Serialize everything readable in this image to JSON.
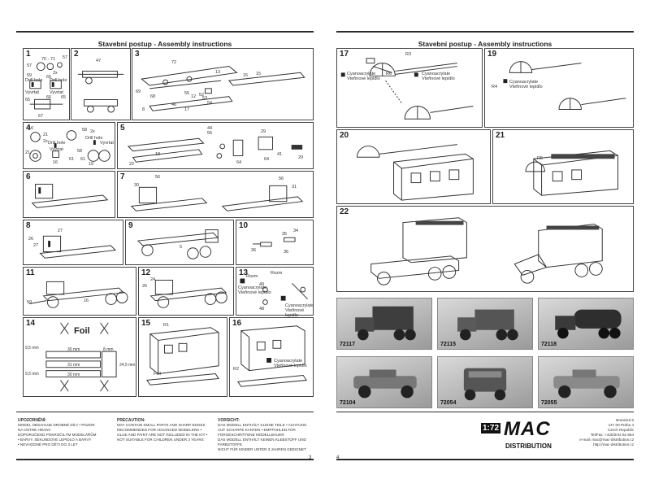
{
  "left_page": {
    "title": "Stavební postup - Assembly instructions",
    "steps": [
      {
        "n": "1",
        "labels": [
          "70 - 71",
          "57",
          "57",
          "2x",
          "59",
          "65",
          "Drill hole",
          "Vyvrtat",
          "65",
          "67",
          "66",
          "65",
          "Drill hole",
          "Vyvrtat"
        ]
      },
      {
        "n": "2",
        "labels": [
          "47"
        ]
      },
      {
        "n": "3",
        "labels": [
          "72",
          "13",
          "15",
          "15",
          "69",
          "68",
          "55",
          "12",
          "52",
          "54",
          "53",
          "46",
          "17",
          "8"
        ]
      },
      {
        "n": "4",
        "labels": [
          "16",
          "21",
          "2x",
          "Drill hole",
          "Vyvrtat",
          "58",
          "2x",
          "Drill hole",
          "Vyvrtat",
          "21",
          "16",
          "61",
          "58",
          "61",
          "19"
        ]
      },
      {
        "n": "5",
        "labels": [
          "18",
          "22",
          "44",
          "55",
          "29",
          "64",
          "41",
          "64",
          "29"
        ]
      },
      {
        "n": "6",
        "labels": []
      },
      {
        "n": "7",
        "labels": [
          "56",
          "30",
          "56",
          "31"
        ]
      },
      {
        "n": "8",
        "labels": [
          "27",
          "26",
          "27"
        ]
      },
      {
        "n": "9",
        "labels": [
          "5"
        ]
      },
      {
        "n": "10",
        "labels": [
          "35",
          "34",
          "36",
          "36"
        ]
      },
      {
        "n": "11",
        "labels": [
          "16",
          "59"
        ]
      },
      {
        "n": "12",
        "labels": [
          "24",
          "26"
        ]
      },
      {
        "n": "13",
        "labels": [
          "Rozm",
          "Rozm",
          "49",
          "48",
          "Cyanoacrylate",
          "Vteřinové lepidlo",
          "Cyanoacrylate",
          "Vteřinové lepidlo"
        ]
      },
      {
        "n": "14",
        "labels": [
          "Foil",
          "9,5 mm",
          "30 mm",
          "8 mm",
          "31 mm",
          "24,5 mm",
          "9,5 mm",
          "30 mm"
        ]
      },
      {
        "n": "15",
        "labels": [
          "R1",
          "Foil"
        ]
      },
      {
        "n": "16",
        "labels": [
          "R2",
          "Cyanoacrylate",
          "Vteřinové lepidlo"
        ]
      }
    ],
    "footer": [
      {
        "head": "UPOZORNĚNÍ:",
        "lines": [
          "MODEL OBSAHUJE DROBNÉ DÍLY • POZOR",
          "NA OSTRÉ HRANY",
          "DOPORUČENO POKROČILÝM MODELÁŘŮM",
          "• BARVY, SEKUNDOVÉ LEPIDLO A BARVY",
          "• NEVHODNÉ PRO DĚTI DO 3 LET"
        ]
      },
      {
        "head": "PRECAUTION:",
        "lines": [
          "MAY CONTAIN SMALL PARTS AND SHARP EDGES",
          "RECOMMENDED FOR ADVANCED MODELERS •",
          "GLUE AND PAINT ARE NOT INCLUDED IN THE KIT •",
          "NOT SUITABLE FOR CHILDREN UNDER 3 YEARS"
        ]
      },
      {
        "head": "VORSICHT:",
        "lines": [
          "DAS MODELL ENTHÄLT KLEINE TEILE • ACHTUNG",
          "AUF SCHARFE KANTEN • EMPFOHLEN FÜR",
          "FORGESCHRITTENE MODELLBAUER",
          "DAS MODELL ENTHÄLT KEINEN KLEBSTOFF UND",
          "FARBSTOFFE",
          "NICHT FÜR KINDER UNTER 3 JAHREN GEEIGNET"
        ]
      }
    ],
    "page_number": "3"
  },
  "right_page": {
    "title": "Stavební postup - Assembly instructions",
    "steps": [
      {
        "n": "17",
        "labels": [
          "R3",
          "R6",
          "Cyanoacrylate",
          "Vteřinové lepidlo",
          "Cyanoacrylate",
          "Vteřinové lepidlo"
        ]
      },
      {
        "n": "19",
        "labels": [
          "R4",
          "Cyanoacrylate",
          "Vteřinové lepidlo"
        ]
      },
      {
        "n": "20",
        "labels": []
      },
      {
        "n": "21",
        "labels": [
          "R5"
        ]
      },
      {
        "n": "22",
        "labels": []
      }
    ],
    "products": [
      "72117",
      "72115",
      "72118",
      "72104",
      "72054",
      "72055"
    ],
    "brand": {
      "scale": "1:72",
      "name": "MAC",
      "sub": "DISTRIBUTION"
    },
    "address": [
      "Branická 9",
      "147 00 Praha 4",
      "Czech Republic",
      "Tel/Fax: +420/2/44 62 664",
      "e-mail: mac@mac-distribution.cz",
      "http://mac-distribution.cz"
    ],
    "page_number": "4"
  }
}
